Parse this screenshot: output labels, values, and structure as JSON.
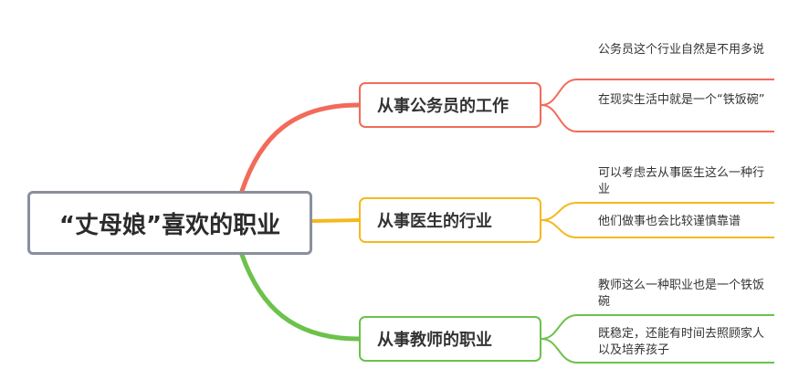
{
  "root": {
    "text": "“丈母娘”喜欢的职业"
  },
  "colors": {
    "branch1": "#f26b5a",
    "branch2": "#f5b81e",
    "branch3": "#6cc24a",
    "root_border": "#8a8f9c"
  },
  "branches": [
    {
      "label": "从事公务员的工作",
      "leaves": [
        "公务员这个行业自然是不用多说",
        "在现实生活中就是一个“铁饭碗”"
      ]
    },
    {
      "label": "从事医生的行业",
      "leaves": [
        "可以考虑去从事医生这么一种行业",
        "他们做事也会比较谨慎靠谱"
      ]
    },
    {
      "label": "从事教师的职业",
      "leaves": [
        "教师这么一种职业也是一个铁饭碗",
        "既稳定，还能有时间去照顾家人以及培养孩子"
      ]
    }
  ]
}
